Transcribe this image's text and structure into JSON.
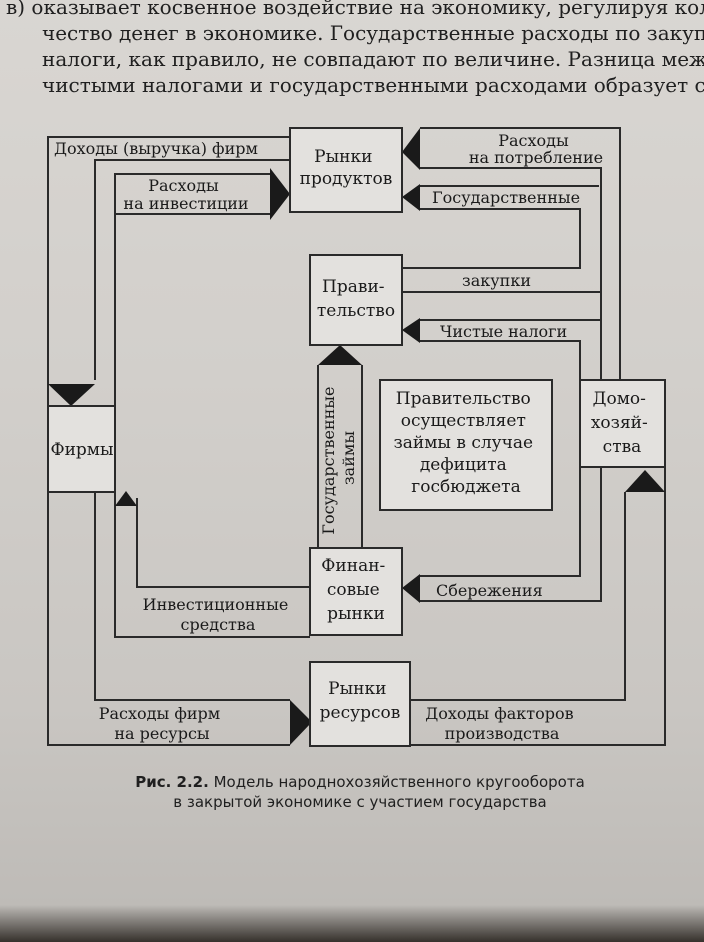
{
  "page_text": {
    "line1": "в) оказывает косвенное воздействие на экономику, регулируя коли-",
    "line2": "чество денег в экономике. Государственные расходы по закупке",
    "line3": "налоги, как правило, не совпадают по величине. Разница межд",
    "line4": "чистыми налогами и государственными расходами образует сбе"
  },
  "boxes": {
    "product_markets": [
      "Рынки",
      "продуктов"
    ],
    "government": [
      "Прави-",
      "тельство"
    ],
    "firms": [
      "Фирмы"
    ],
    "households": [
      "Домо-",
      "хозяй-",
      "ства"
    ],
    "note": [
      "Правительство",
      "осуществляет",
      "займы в случае",
      "дефицита",
      "госбюджета"
    ],
    "financial_markets": [
      "Финан-",
      "совые",
      "рынки"
    ],
    "resource_markets": [
      "Рынки",
      "ресурсов"
    ]
  },
  "flows": {
    "firm_revenue": "Доходы (выручка) фирм",
    "consumption": [
      "Расходы",
      "на потребление"
    ],
    "investment_spending": [
      "Расходы",
      "на инвестиции"
    ],
    "gov_purchases_1": "Государственные",
    "gov_purchases_2": "закупки",
    "net_taxes": "Чистые налоги",
    "gov_loans": [
      "Государственные",
      "займы"
    ],
    "savings": "Сбережения",
    "investment_funds": [
      "Инвестиционные",
      "средства"
    ],
    "firm_resource_spending": [
      "Расходы фирм",
      "на ресурсы"
    ],
    "factor_income": [
      "Доходы факторов",
      "производства"
    ]
  },
  "caption": {
    "label": "Рис. 2.2.",
    "line1": " Модель народнохозяйственного кругооборота",
    "line2": "в закрытой экономике с участием государства"
  }
}
